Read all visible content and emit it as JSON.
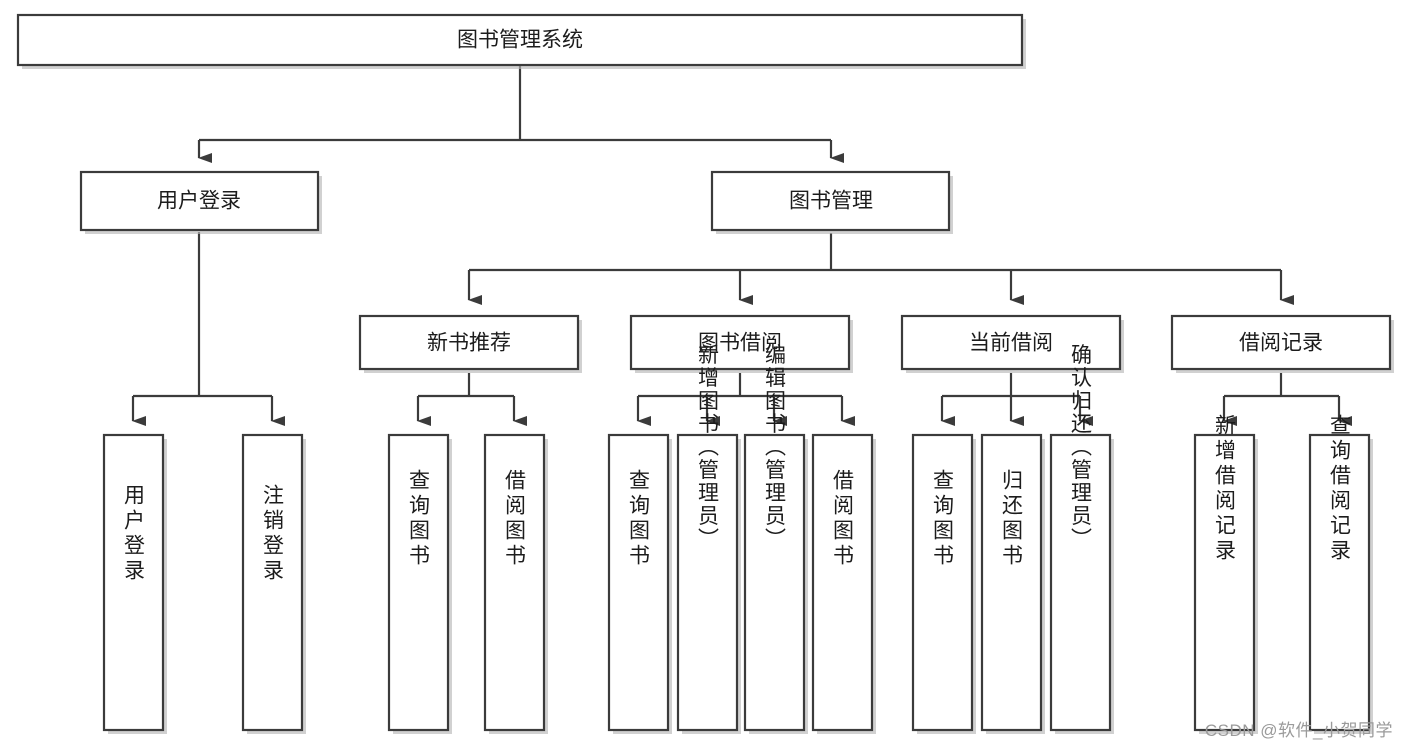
{
  "diagram": {
    "type": "tree-hierarchy-chart",
    "title": "图书管理系统",
    "watermark": "CSDN @软件_小贺同学",
    "colors": {
      "box_stroke": "#3b3b3b",
      "box_fill": "#ffffff",
      "text": "#1c1c1c",
      "shadow": "#b8b8b8",
      "watermark": "#9a9a9a",
      "background": "#ffffff"
    },
    "root": {
      "label": "图书管理系统",
      "orientation": "horizontal"
    },
    "level1": [
      {
        "label": "用户登录",
        "orientation": "horizontal"
      },
      {
        "label": "图书管理",
        "orientation": "horizontal"
      }
    ],
    "level2": [
      {
        "label": "新书推荐",
        "orientation": "horizontal",
        "parent": "图书管理"
      },
      {
        "label": "图书借阅",
        "orientation": "horizontal",
        "parent": "图书管理"
      },
      {
        "label": "当前借阅",
        "orientation": "horizontal",
        "parent": "图书管理"
      },
      {
        "label": "借阅记录",
        "orientation": "horizontal",
        "parent": "图书管理"
      }
    ],
    "leaves": {
      "用户登录": [
        {
          "label": "用户登录",
          "orientation": "vertical"
        },
        {
          "label": "注销登录",
          "orientation": "vertical"
        }
      ],
      "新书推荐": [
        {
          "label": "查询图书",
          "orientation": "vertical"
        },
        {
          "label": "借阅图书",
          "orientation": "vertical"
        }
      ],
      "图书借阅": [
        {
          "label": "查询图书",
          "orientation": "vertical"
        },
        {
          "label": "新增图书（管理员）",
          "orientation": "vertical"
        },
        {
          "label": "编辑图书（管理员）",
          "orientation": "vertical"
        },
        {
          "label": "借阅图书",
          "orientation": "vertical"
        }
      ],
      "当前借阅": [
        {
          "label": "查询图书",
          "orientation": "vertical"
        },
        {
          "label": "归还图书",
          "orientation": "vertical"
        },
        {
          "label": "确认归还（管理员）",
          "orientation": "vertical"
        }
      ],
      "借阅记录": [
        {
          "label": "新增借阅记录",
          "orientation": "vertical"
        },
        {
          "label": "查询借阅记录",
          "orientation": "vertical"
        }
      ]
    }
  }
}
